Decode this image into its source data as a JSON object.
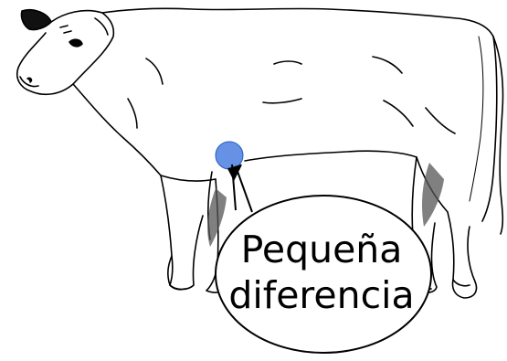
{
  "annotation": {
    "line1": "Pequeña",
    "line2": "diferencia",
    "marker_color": "#4a7fe0",
    "outline_color": "#000000"
  },
  "subject": {
    "icon": "cow-side-view-illustration"
  }
}
